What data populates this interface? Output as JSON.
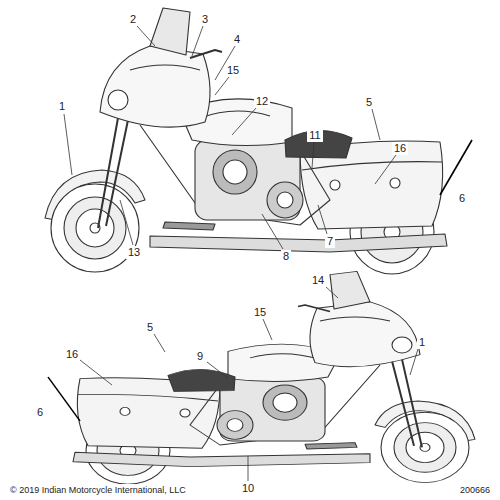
{
  "diagram": {
    "labels": [
      "2",
      "3",
      "4",
      "15",
      "12",
      "11",
      "5",
      "16",
      "1",
      "6",
      "13",
      "8",
      "7",
      "14",
      "15",
      "5",
      "9",
      "1",
      "16",
      "6",
      "10",
      "© 2019 Indian Motorcycle International, LLC",
      "200666"
    ]
  }
}
